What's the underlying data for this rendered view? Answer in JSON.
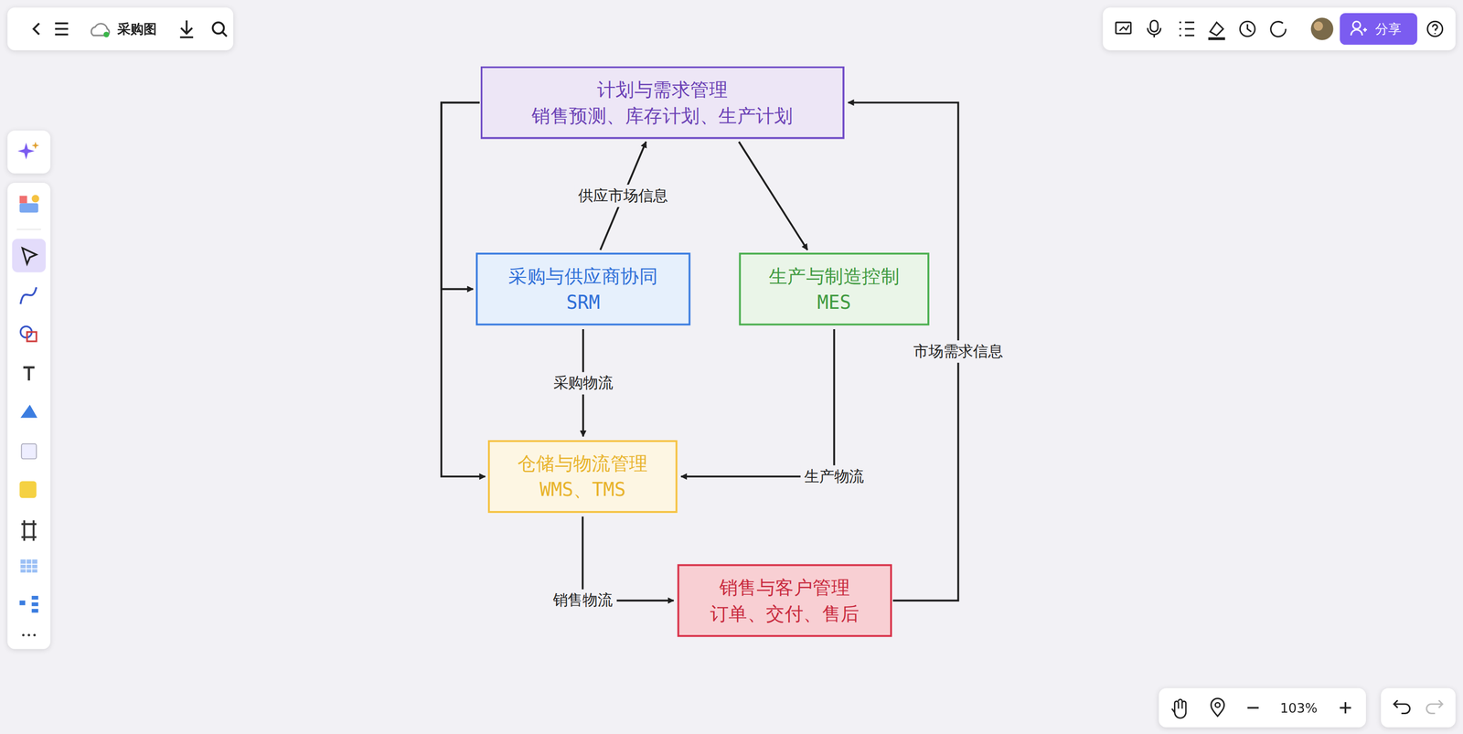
{
  "diagram": {
    "nodes": [
      {
        "text": [
          "计划与需求管理",
          "销售预测、库存计划、生产计划"
        ]
      },
      {
        "text": [
          "采购与供应商协同",
          "SRM"
        ]
      },
      {
        "text": [
          "生产与制造控制",
          "MES"
        ]
      },
      {
        "text": [
          "仓储与物流管理",
          "WMS、TMS"
        ]
      },
      {
        "text": [
          "销售与客户管理",
          "订单、交付、售后"
        ]
      }
    ],
    "edges": [
      {
        "from": 1,
        "to": 0,
        "label": "供应市场信息",
        "arrow": "to"
      },
      {
        "from": 0,
        "to": 2,
        "arrow": "to"
      },
      {
        "from": 0,
        "to": 1,
        "arrow": "to"
      },
      {
        "from": 0,
        "to": 3,
        "arrow": "to"
      },
      {
        "from": 1,
        "to": 3,
        "label": "采购物流",
        "arrow": "to"
      },
      {
        "from": 2,
        "to": 3,
        "label": "生产物流",
        "arrow": "to"
      },
      {
        "from": 3,
        "to": 4,
        "label": "销售物流",
        "arrow": "to"
      },
      {
        "from": 4,
        "to": 0,
        "label": "市场需求信息",
        "arrow": "to"
      }
    ],
    "labels": [
      "采购图",
      "分享",
      "103%"
    ]
  }
}
